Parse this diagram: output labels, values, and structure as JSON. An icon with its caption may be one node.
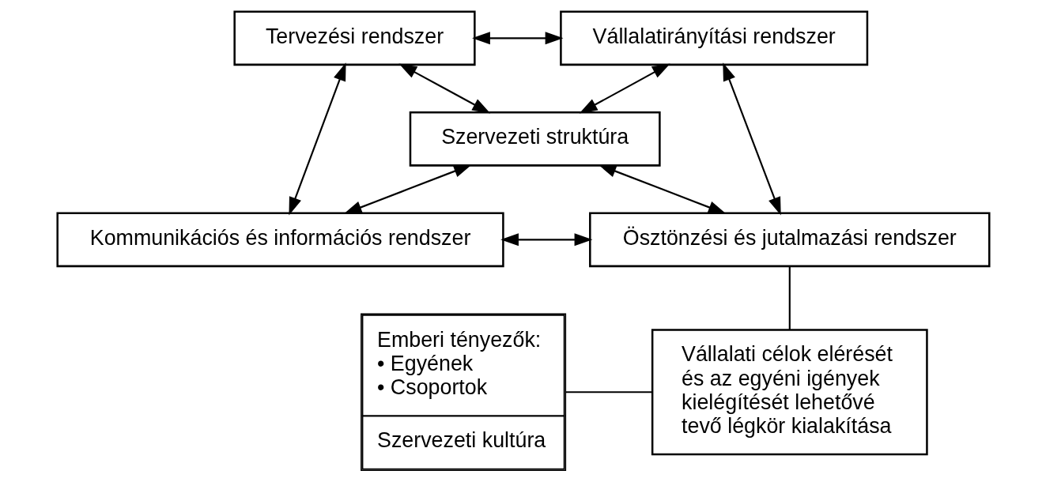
{
  "diagram": {
    "nodes": [
      {
        "text": [
          "Tervezési rendszer"
        ]
      },
      {
        "text": [
          "Vállalatirányítási rendszer"
        ]
      },
      {
        "text": [
          "Szervezeti struktúra"
        ]
      },
      {
        "text": [
          "Kommunikációs és információs rendszer"
        ]
      },
      {
        "text": [
          "Ösztönzési és jutalmazási rendszer"
        ]
      },
      {
        "text": [
          "Emberi tényezők:",
          "• Egyének",
          "• Csoportok",
          "Szervezeti kultúra"
        ]
      },
      {
        "text": [
          "Vállalati célok elérését és az egyéni igények kielégítését lehetővé tevő légkör kialakítása"
        ]
      }
    ],
    "edges": [
      {
        "from": 0,
        "to": 1,
        "arrow": "both"
      },
      {
        "from": 0,
        "to": 2,
        "arrow": "both"
      },
      {
        "from": 0,
        "to": 3,
        "arrow": "both"
      },
      {
        "from": 1,
        "to": 2,
        "arrow": "both"
      },
      {
        "from": 1,
        "to": 4,
        "arrow": "both"
      },
      {
        "from": 3,
        "to": 2,
        "arrow": "both"
      },
      {
        "from": 2,
        "to": 4,
        "arrow": "both"
      },
      {
        "from": 3,
        "to": 4,
        "arrow": "both"
      },
      {
        "from": 4,
        "to": 6,
        "arrow": "none"
      },
      {
        "from": 5,
        "to": 6,
        "arrow": "none"
      }
    ]
  }
}
